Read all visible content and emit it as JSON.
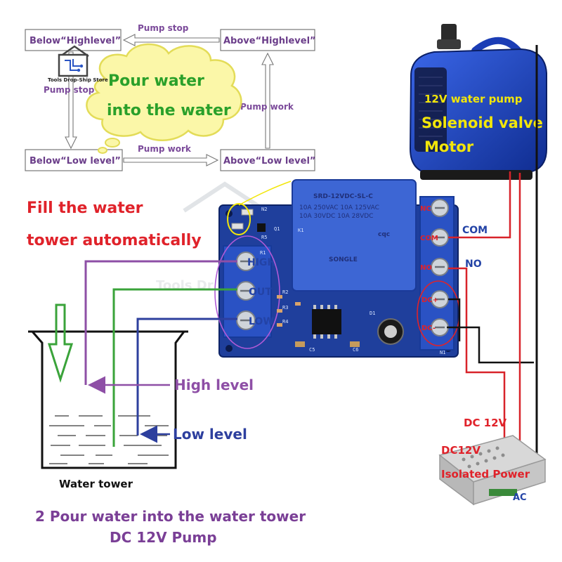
{
  "flow": {
    "below_high": "Below“Highlevel”",
    "above_high": "Above“Highlevel”",
    "below_low": "Below“Low level”",
    "above_low": "Above“Low level”",
    "pump_stop_top": "Pump stop",
    "pump_stop_left": "Pump stop",
    "pump_work_bottom": "Pump work",
    "pump_work_right": "Pump work"
  },
  "cloud": {
    "line1": "Pour water",
    "line2": "into the water"
  },
  "store": {
    "name": "Tools Drop-Ship Store",
    "watermark": "Tools Dr"
  },
  "title": {
    "line1": "Fill the water",
    "line2": "tower automatically"
  },
  "pump": {
    "line1": "12V water pump",
    "line2": "Solenoid valve",
    "line3": "Motor"
  },
  "relay": {
    "model": "SRD-12VDC-SL-C",
    "rating1": "10A 250VAC 10A 125VAC",
    "rating2": "10A 30VDC 10A 28VDC",
    "brand": "SONGLE",
    "cert": "cqc"
  },
  "board_pins": {
    "high": "HIGH",
    "out": "OUT",
    "low": "LOW"
  },
  "terminals": {
    "nc": "NC",
    "com": "COM",
    "no": "NO",
    "dc_plus": "DC+",
    "dc_minus": "DC-"
  },
  "silk": {
    "r5": "R5",
    "q1": "Q1",
    "r1": "R1",
    "r2": "R2",
    "r3": "R3",
    "r4": "R4",
    "n1": "N1",
    "n2": "N2",
    "c5": "C5",
    "c6": "C6",
    "d1": "D1",
    "k1": "K1"
  },
  "side_labels": {
    "com": "COM",
    "no": "NO"
  },
  "tower": {
    "high_level": "High level",
    "low_level": "Low level",
    "label": "Water tower"
  },
  "power": {
    "dc12v": "DC 12V",
    "line1": "DC12V",
    "line2": "Isolated Power",
    "ac": "AC"
  },
  "caption": {
    "line1": "2 Pour water into the water tower",
    "line2": "DC 12V Pump"
  },
  "colors": {
    "purple_wire": "#8e4fa6",
    "green_wire": "#3aa33a",
    "blue_wire": "#2d3f9e",
    "red_wire": "#d8232a",
    "black_wire": "#111111",
    "board_blue": "#1f3f9c",
    "pump_blue": "#1f46c8",
    "cloud_yellow": "#fbf7a8"
  }
}
